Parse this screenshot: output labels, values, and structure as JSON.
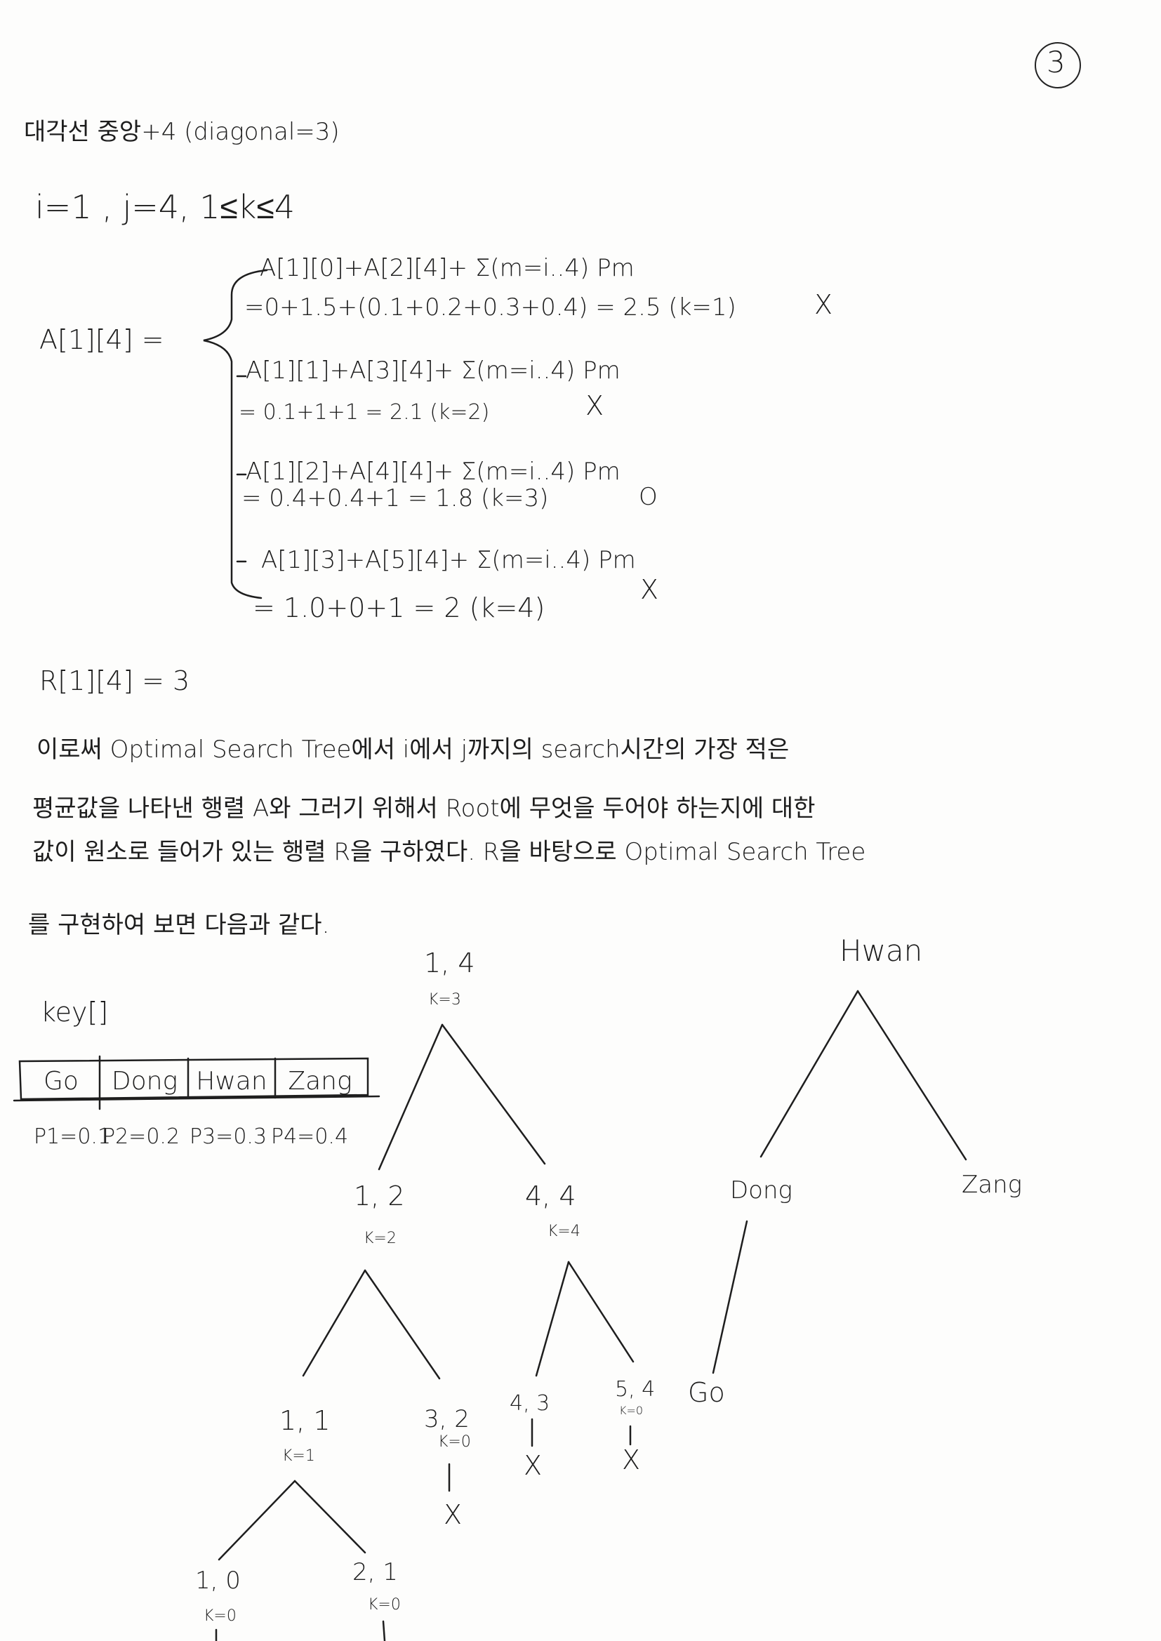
{
  "page_number": "3",
  "heading": "대각선 중앙+4 (diagonal=3)",
  "indices": "i=1 , j=4, 1≤k≤4",
  "lhs": "A[1][4] =",
  "cases": [
    {
      "expr": "A[1][0]+A[2][4]+ Σ(m=i..4) Pm",
      "calc": "=0+1.5+(0.1+0.2+0.3+0.4) = 2.5 (k=1)",
      "mark": "X"
    },
    {
      "expr": "A[1][1]+A[3][4]+ Σ(m=i..4) Pm",
      "calc": "= 0.1+1+1 = 2.1 (k=2)",
      "mark": "X"
    },
    {
      "expr": "A[1][2]+A[4][4]+ Σ(m=i..4) Pm",
      "calc": "= 0.4+0.4+1 = 1.8 (k=3)",
      "mark": "O"
    },
    {
      "expr": "A[1][3]+A[5][4]+ Σ(m=i..4) Pm",
      "calc": "= 1.0+0+1 = 2 (k=4)",
      "mark": "X"
    }
  ],
  "r_result": "R[1][4] = 3",
  "paragraph": [
    "이로써 Optimal Search Tree에서 i에서 j까지의 search시간의 가장 적은",
    "평균값을 나타낸 행렬 A와 그러기 위해서 Root에 무엇을 두어야 하는지에 대한",
    "값이 원소로 들어가 있는 행렬 R을 구하였다. R을 바탕으로 Optimal Search Tree",
    "를 구현하여 보면 다음과 같다."
  ],
  "key_array": {
    "label": "key[]",
    "cells": [
      "Go",
      "Dong",
      "Hwan",
      "Zang"
    ],
    "probs": [
      "P1=0.1",
      "P2=0.2",
      "P3=0.3",
      "P4=0.4"
    ]
  },
  "recursion_tree": [
    {
      "id": "n14",
      "label": "1, 4",
      "k": "K=3"
    },
    {
      "id": "n12",
      "label": "1, 2",
      "k": "K=2"
    },
    {
      "id": "n44",
      "label": "4, 4",
      "k": "K=4"
    },
    {
      "id": "n11",
      "label": "1, 1",
      "k": "K=1"
    },
    {
      "id": "n32",
      "label": "3, 2",
      "k": "K=0"
    },
    {
      "id": "n43",
      "label": "4, 3",
      "k": ""
    },
    {
      "id": "n54",
      "label": "5, 4",
      "k": "K=0"
    },
    {
      "id": "n10",
      "label": "1, 0",
      "k": "K=0"
    },
    {
      "id": "n21",
      "label": "2, 1",
      "k": "K=0"
    }
  ],
  "null_mark": "X",
  "bst": {
    "root": "Hwan",
    "left": "Dong",
    "right": "Zang",
    "left_left": "Go"
  }
}
